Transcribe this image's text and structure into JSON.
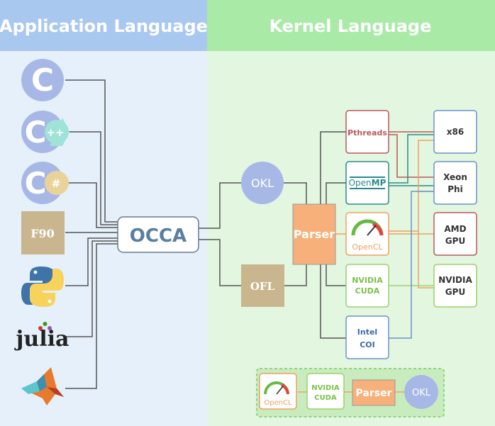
{
  "headers": {
    "application": "Application Language",
    "kernel": "Kernel Language"
  },
  "app_languages": {
    "c": "C",
    "cpp_mark": "++",
    "csharp_mark": "#",
    "f90": "F90",
    "julia": "julia"
  },
  "center": {
    "occa": "OCCA",
    "okl": "OKL",
    "ofl": "OFL",
    "parser": "Parser"
  },
  "backends": {
    "pthreads": "Pthreads",
    "openmp_open": "Open",
    "openmp_mp": "MP",
    "opencl": "OpenCL",
    "cuda_line1": "NVIDIA",
    "cuda_line2": "CUDA",
    "coi_line1": "Intel",
    "coi_line2": "COI"
  },
  "devices": {
    "x86": "x86",
    "xeon_line1": "Xeon",
    "xeon_line2": "Phi",
    "amd_line1": "AMD",
    "amd_line2": "GPU",
    "nvidia_line1": "NVIDIA",
    "nvidia_line2": "GPU"
  },
  "pipeline": {
    "opencl": "OpenCL",
    "cuda_line1": "NVIDIA",
    "cuda_line2": "CUDA",
    "parser": "Parser",
    "okl": "OKL"
  },
  "colors": {
    "app_panel": "#e6f0fb",
    "app_header": "#a9c8ef",
    "kernel_panel": "#e3f6e0",
    "kernel_header": "#a8eaa6",
    "lang_blue": "#a8b8e6",
    "parser_orange": "#f7b07a",
    "tan": "#c9b68f",
    "red_border": "#b85a5a",
    "green_border": "#9ad26a",
    "blue_border": "#6a93c8",
    "orange_border": "#f0a060",
    "teal_border": "#2a8a8a"
  }
}
